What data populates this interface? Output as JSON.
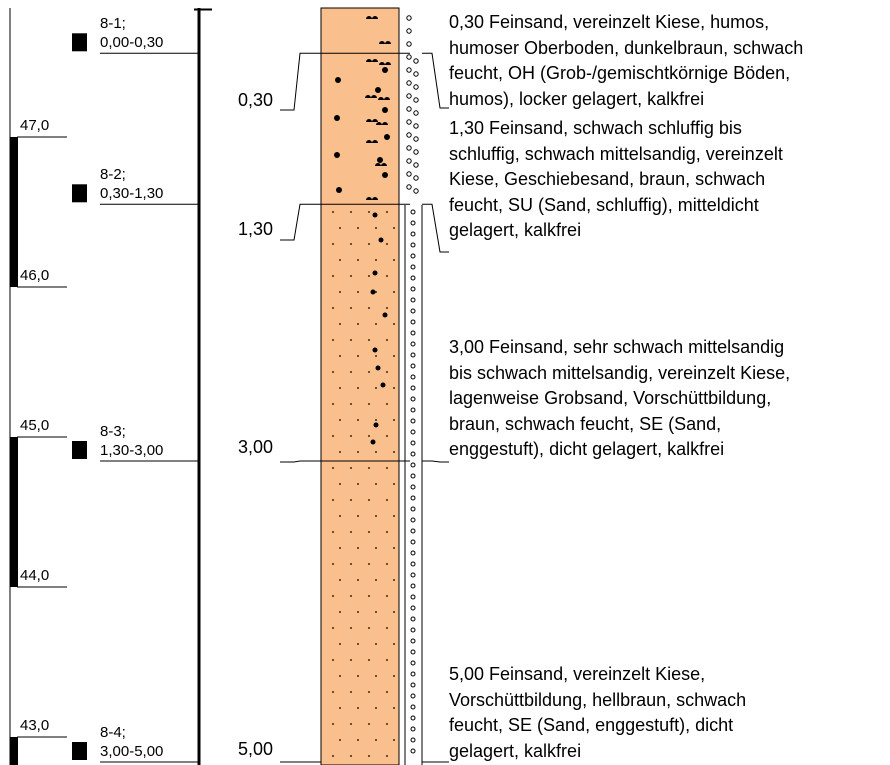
{
  "elevations": [
    {
      "label": "47,0",
      "value": 47.0
    },
    {
      "label": "46,0",
      "value": 46.0
    },
    {
      "label": "45,0",
      "value": 45.0
    },
    {
      "label": "44,0",
      "value": 44.0
    },
    {
      "label": "43,0",
      "value": 43.0
    }
  ],
  "samples": [
    {
      "id": "8-1;",
      "range": "0,00-0,30",
      "depth": 0.3
    },
    {
      "id": "8-2;",
      "range": "0,30-1,30",
      "depth": 1.3
    },
    {
      "id": "8-3;",
      "range": "1,30-3,00",
      "depth": 3.0
    },
    {
      "id": "8-4;",
      "range": "3,00-5,00",
      "depth": 5.0
    }
  ],
  "layers": [
    {
      "depth_label": "0,30",
      "top": 0.0,
      "bottom": 0.3,
      "description": "0,30  Feinsand, vereinzelt Kiese, humos,\nhumoser Oberboden, dunkelbraun, schwach\nfeucht, OH (Grob-/gemischtkörnige Böden,\nhumos), locker gelagert, kalkfrei"
    },
    {
      "depth_label": "1,30",
      "top": 0.3,
      "bottom": 1.3,
      "description": "1,30  Feinsand, schwach schluffig bis\nschluffig, schwach mittelsandig, vereinzelt\nKiese, Geschiebesand, braun, schwach\nfeucht, SU (Sand, schluffig), mitteldicht\ngelagert, kalkfrei"
    },
    {
      "depth_label": "3,00",
      "top": 1.3,
      "bottom": 3.0,
      "description": "3,00  Feinsand, sehr schwach mittelsandig\nbis schwach mittelsandig, vereinzelt Kiese,\nlagenweise Grobsand, Vorschüttbildung,\nbraun, schwach feucht, SE (Sand,\nenggestuft), dicht gelagert, kalkfrei"
    },
    {
      "depth_label": "5,00",
      "top": 3.0,
      "bottom": 5.0,
      "description": "5,00  Feinsand, vereinzelt Kiese,\nVorschüttbildung, hellbraun, schwach\nfeucht, SE (Sand, enggestuft), dicht\ngelagert, kalkfrei"
    }
  ],
  "colors": {
    "soil_fill": "#f9c08e",
    "line": "#000000"
  }
}
